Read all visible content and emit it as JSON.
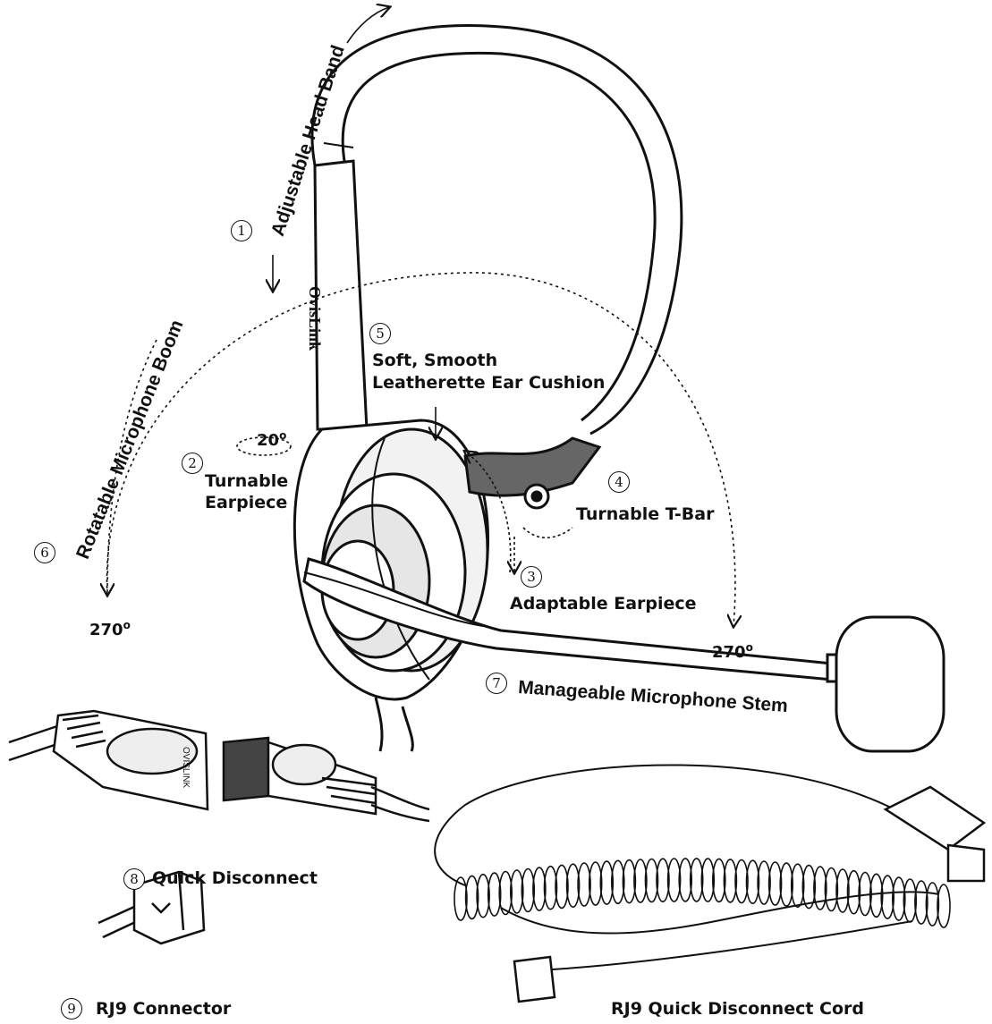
{
  "brand_mark": "OvisLink",
  "plug_brand": "OVISLINK",
  "callouts": [
    {
      "number": "1",
      "label": "Adjustable Head Band"
    },
    {
      "number": "2",
      "label": "Turnable Earpiece"
    },
    {
      "number": "3",
      "label": "Adaptable Earpiece"
    },
    {
      "number": "4",
      "label": "Turnable T-Bar"
    },
    {
      "number": "5",
      "label": "Soft, Smooth Leatherette Ear Cushion"
    },
    {
      "number": "6",
      "label": "Rotatable Microphone Boom"
    },
    {
      "number": "7",
      "label": "Manageable Microphone Stem"
    },
    {
      "number": "8",
      "label": "Quick Disconnect"
    },
    {
      "number": "9",
      "label": "RJ9 Connector"
    }
  ],
  "label_lines": {
    "turnable_earpiece_1": "Turnable",
    "turnable_earpiece_2": "Earpiece",
    "cushion_1": "Soft, Smooth",
    "cushion_2": "Leatherette Ear Cushion"
  },
  "angles": {
    "earpiece_turn": "20",
    "boom_left": "270",
    "boom_right": "270",
    "unit": "o"
  },
  "cord_caption": "RJ9 Quick Disconnect Cord"
}
